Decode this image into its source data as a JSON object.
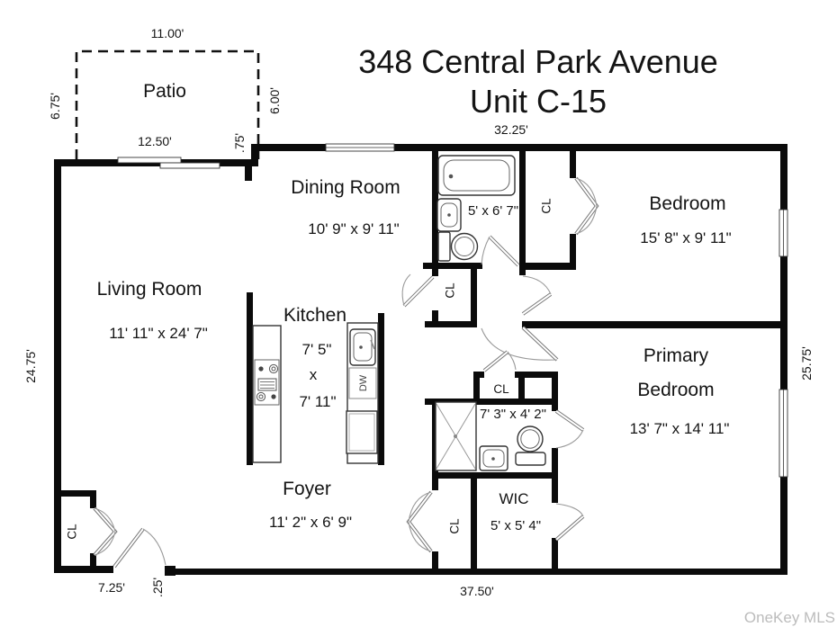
{
  "title": {
    "line1": "348 Central Park Avenue",
    "line2": "Unit C-15"
  },
  "watermark": "OneKey MLS",
  "rooms": {
    "patio": {
      "label": "Patio"
    },
    "dining_room": {
      "label": "Dining Room",
      "dimensions": "10' 9\" x 9' 11\""
    },
    "bedroom": {
      "label": "Bedroom",
      "dimensions": "15' 8\" x 9' 11\""
    },
    "living_room": {
      "label": "Living Room",
      "dimensions": "11' 11\" x 24' 7\""
    },
    "kitchen": {
      "label": "Kitchen",
      "width": "7' 5\"",
      "by": "x",
      "length": "7' 11\""
    },
    "primary_bedroom": {
      "label_line1": "Primary",
      "label_line2": "Bedroom",
      "dimensions": "13' 7\" x 14' 11\""
    },
    "foyer": {
      "label": "Foyer",
      "dimensions": "11' 2\" x 6' 9\""
    },
    "wic": {
      "label": "WIC",
      "dimensions": "5' x 5' 4\""
    },
    "hall_bathroom": {
      "dimensions": "5' x 6' 7\""
    },
    "primary_bathroom": {
      "dimensions": "7' 3\" x 4' 2\""
    }
  },
  "closet_label": "CL",
  "appliances": {
    "dishwasher": "DW"
  },
  "measurements": {
    "patio_top": "11.00'",
    "patio_left": "6.75'",
    "patio_right": "6.00'",
    "patio_bottom": "12.50'",
    "patio_step": ".75'",
    "unit_top": "32.25'",
    "unit_left": "24.75'",
    "unit_right": "25.75'",
    "unit_bottom": "37.50'",
    "bottom_left": "7.25'",
    "bottom_step": ".25'"
  }
}
